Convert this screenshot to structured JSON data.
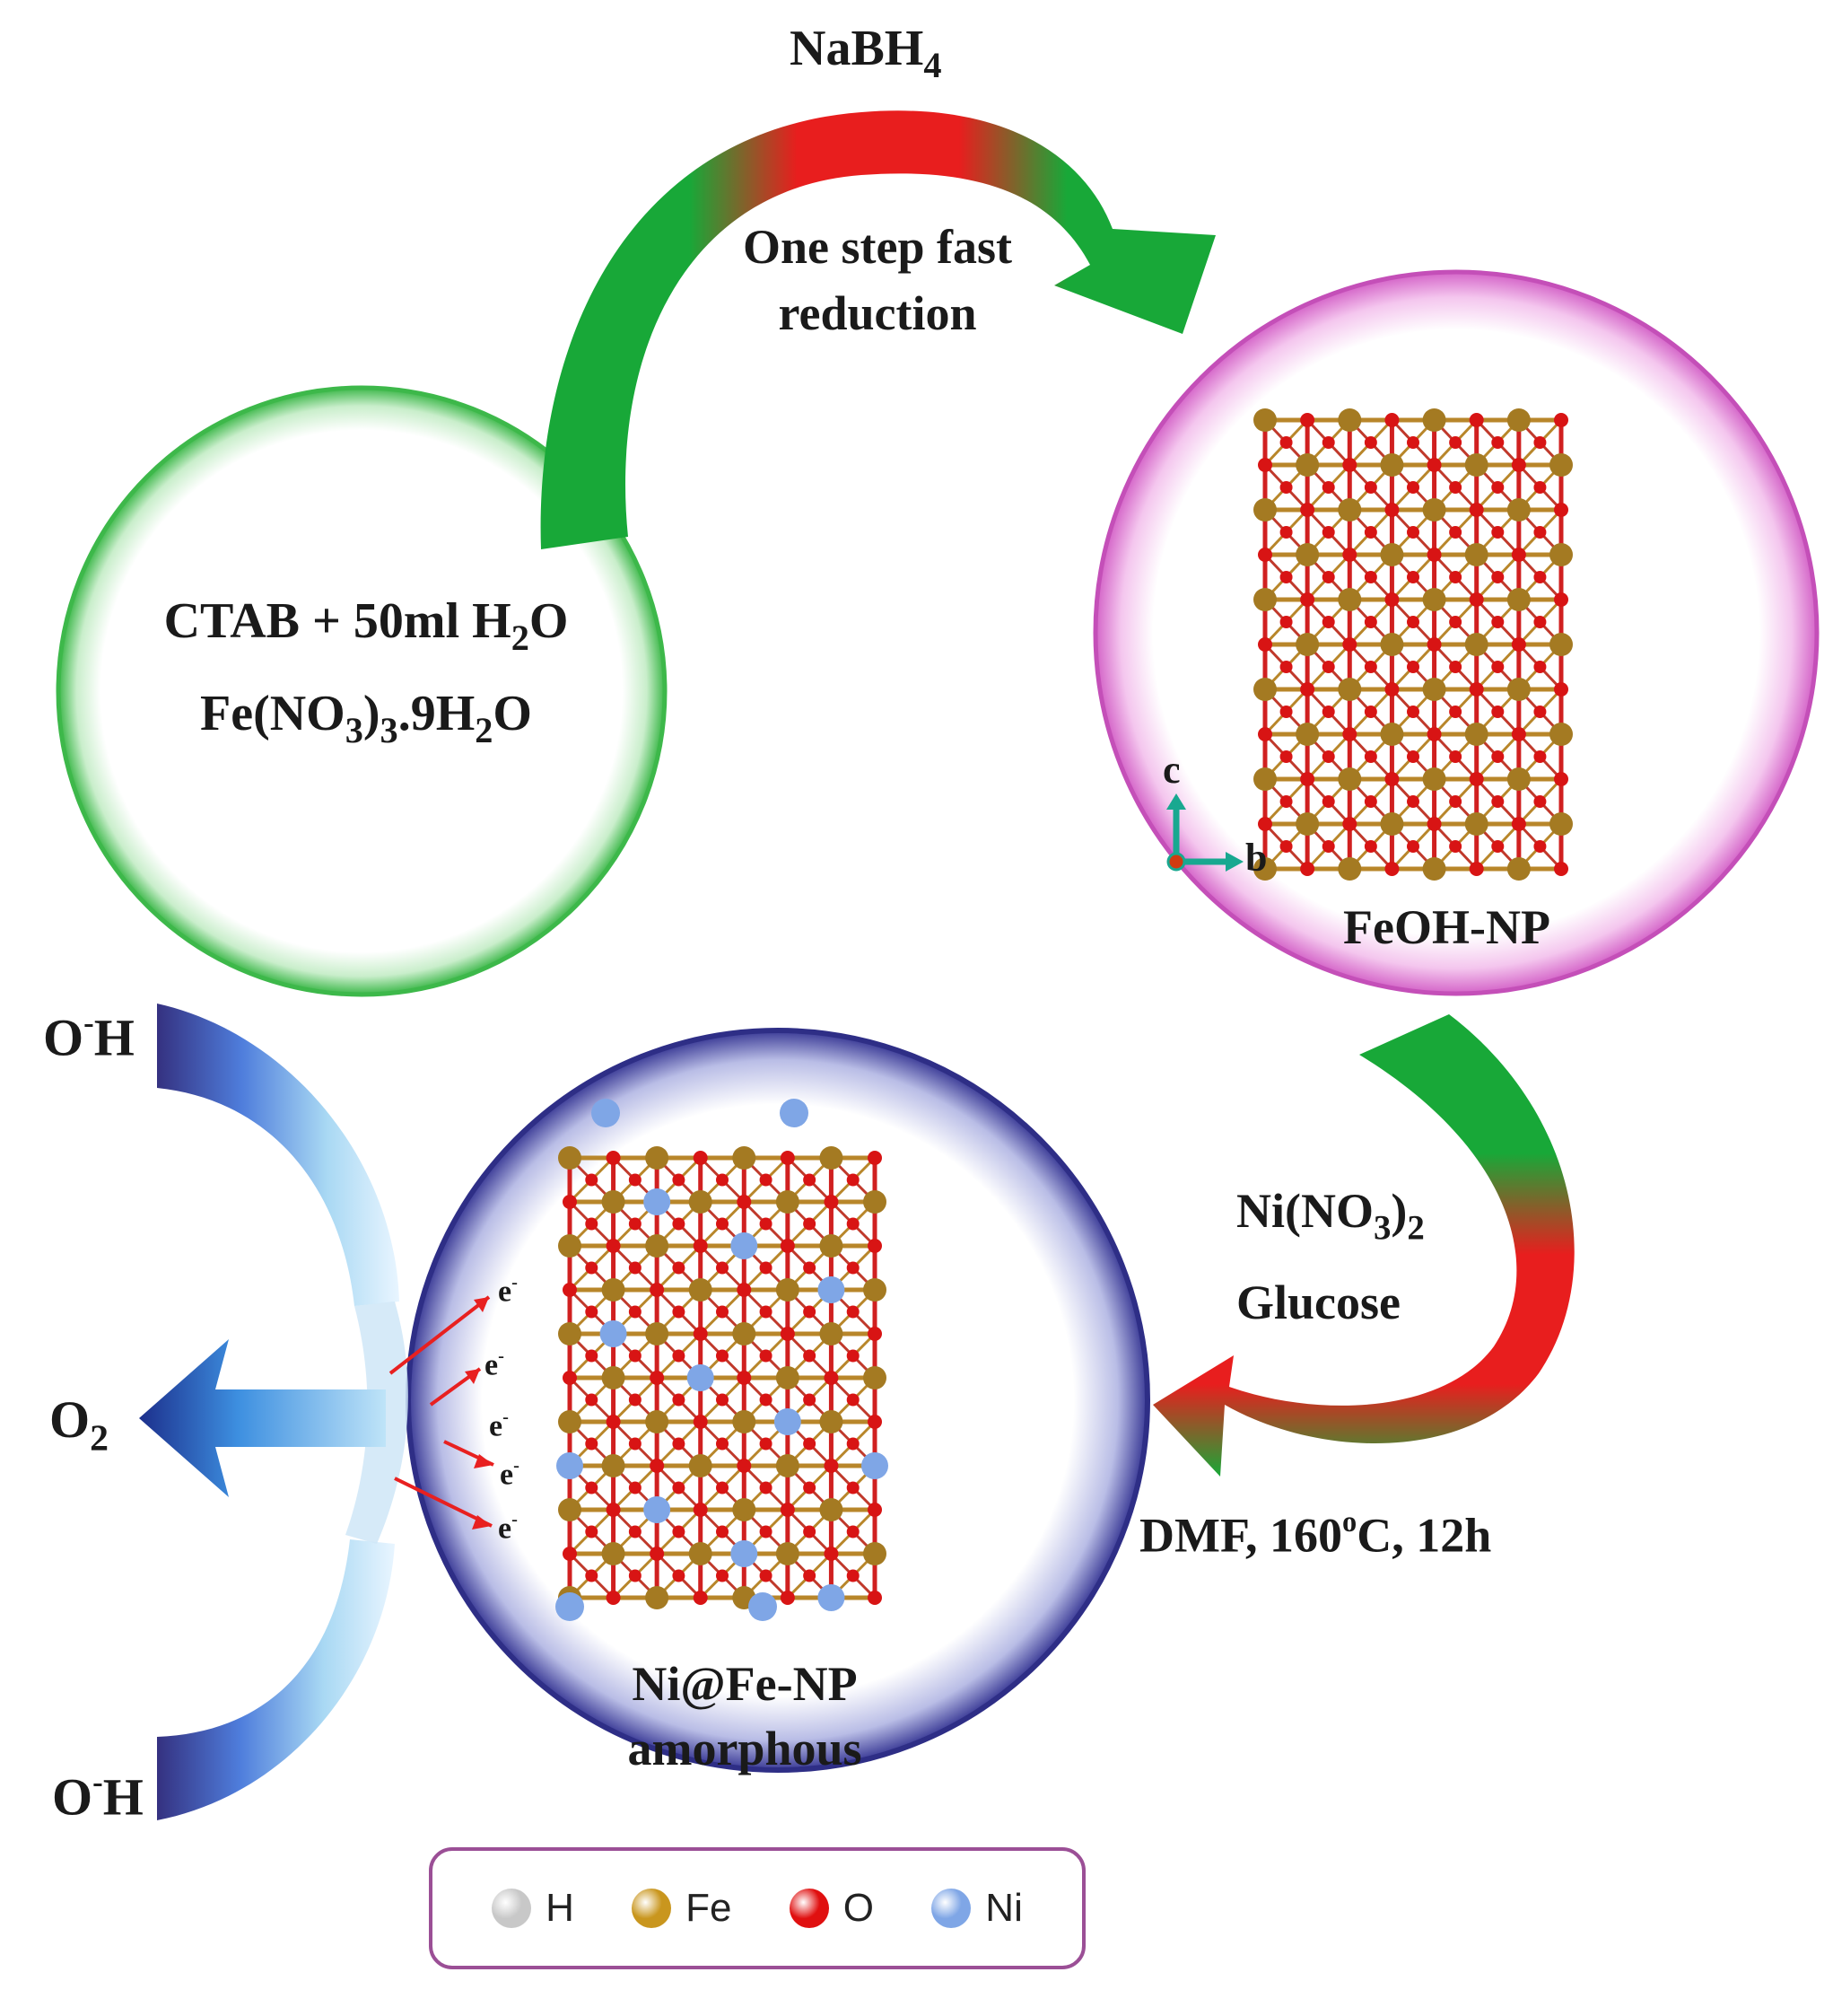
{
  "labels": {
    "reagent_top": [
      "NaBH",
      "4"
    ],
    "step1": [
      "One step fast",
      "reduction"
    ],
    "start_line1": [
      "CTAB +  50ml H",
      "2",
      "O"
    ],
    "start_line2": [
      "Fe(NO",
      "3",
      ")",
      "3",
      ".9H",
      "2",
      "O"
    ],
    "feoh_name": "FeOH-NP",
    "axis_c": "c",
    "axis_b": "b",
    "reagent_ni": [
      "Ni(NO",
      "3",
      ")",
      "2"
    ],
    "glucose": "Glucose",
    "conditions": [
      "DMF, 160",
      "o",
      "C,  12h"
    ],
    "ni_name_line1": "Ni@Fe-NP",
    "ni_name_line2": "amorphous",
    "oh_top": [
      "O",
      "-",
      "H"
    ],
    "oh_bottom": [
      "O",
      "-",
      "H"
    ],
    "o2": [
      "O",
      "2"
    ],
    "electron": [
      "e",
      "-"
    ]
  },
  "legend": [
    {
      "symbol": "H",
      "color": "#c8c8c8"
    },
    {
      "symbol": "Fe",
      "color": "#c9961e"
    },
    {
      "symbol": "O",
      "color": "#e01010"
    },
    {
      "symbol": "Ni",
      "color": "#7fa6e6"
    }
  ],
  "colors": {
    "start_circle": "#3db84a",
    "feoh_circle": "#d464c8",
    "ni_circle": "#3a3a96",
    "arrow_green": "#18a838",
    "arrow_red": "#e81e1e",
    "electron_arrow": "#e82020",
    "fe_atom": "#a47a22",
    "o_atom": "#d81414",
    "ni_atom": "#7fa6e6",
    "axis": "#18a890"
  }
}
